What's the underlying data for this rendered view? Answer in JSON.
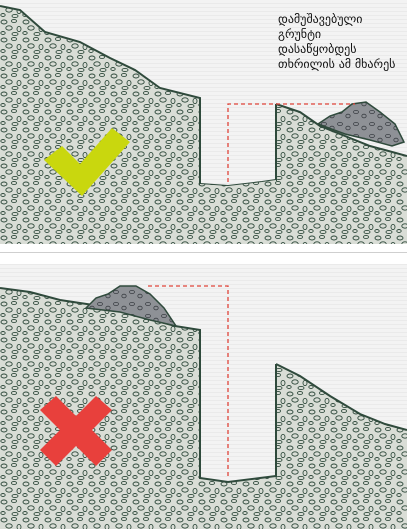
{
  "caption": {
    "lines": [
      "დამუშავებული",
      "გრუნტი",
      "დასაწყობდეს",
      "თხრილის ამ მხარეს"
    ]
  },
  "panels": [
    {
      "name": "correct",
      "mark": "check-icon",
      "mark_color": "#c9d70e"
    },
    {
      "name": "incorrect",
      "mark": "cross-icon",
      "mark_color": "#e8403c"
    }
  ],
  "colors": {
    "soil_fill": "#d9ddd6",
    "soil_stroke": "#2f4a3c",
    "spoil_fill": "#8e9196",
    "guide_line": "#e0443a"
  }
}
